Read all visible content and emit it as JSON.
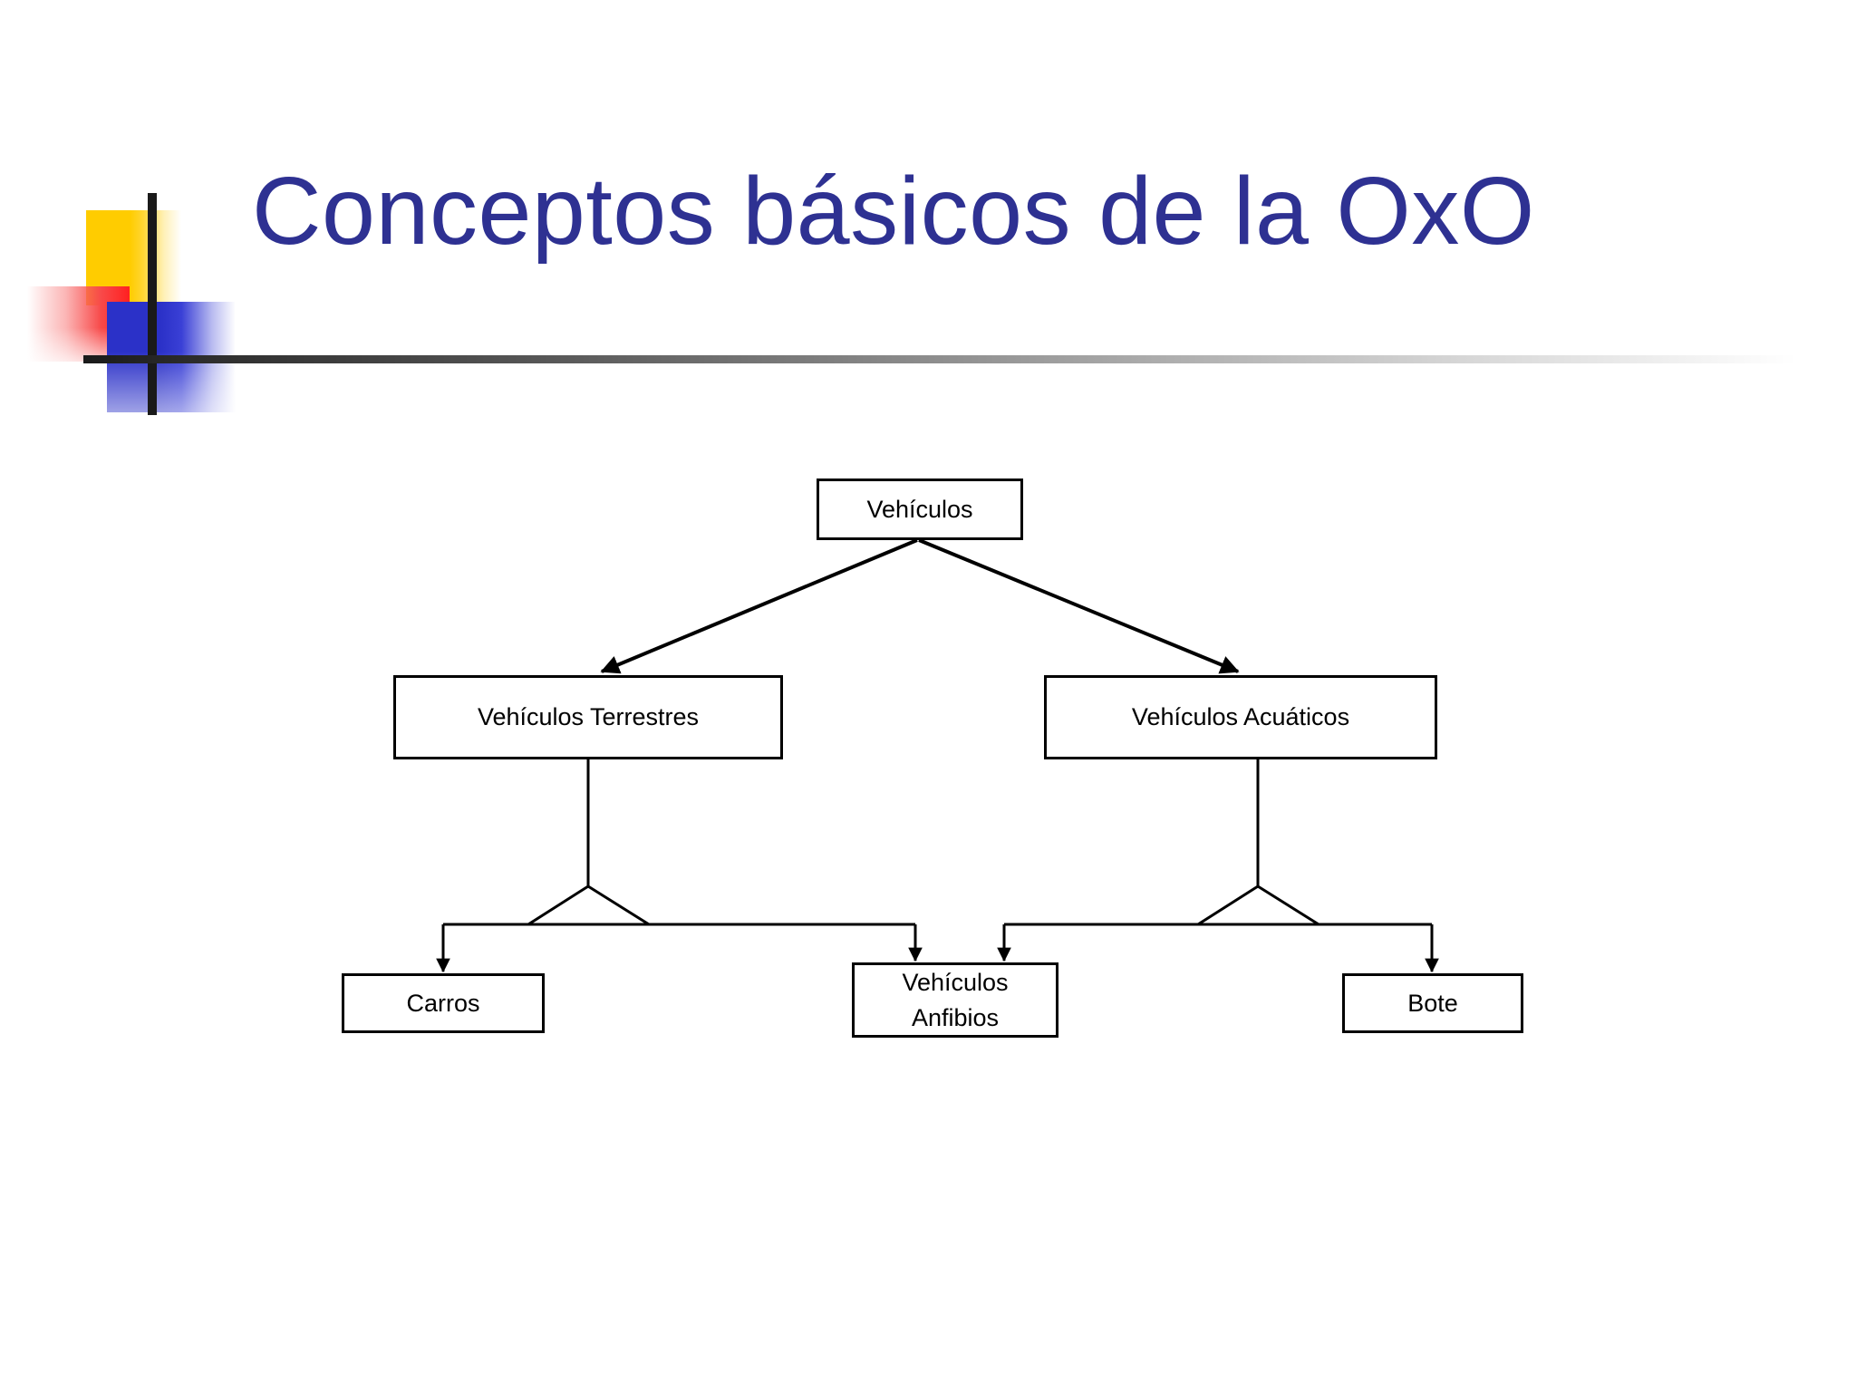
{
  "slide": {
    "title": "Conceptos básicos de la OxO",
    "title_color": "#2E3192",
    "background": "#ffffff"
  },
  "decor": {
    "yellow_square": "#FFCC00",
    "red_square": "#FF2020",
    "blue_square": "#2B31C8",
    "cross_bar": "#1a1a1a"
  },
  "diagram": {
    "type": "uml-generalization-tree",
    "line_color": "#000000",
    "node_fill": "#ffffff",
    "nodes": [
      {
        "id": "vehiculos",
        "label": "Vehículos",
        "level": 0
      },
      {
        "id": "terrestres",
        "label": "Vehículos Terrestres",
        "level": 1
      },
      {
        "id": "acuaticos",
        "label": "Vehículos Acuáticos",
        "level": 1
      },
      {
        "id": "carros",
        "label": "Carros",
        "level": 2
      },
      {
        "id": "anfibios",
        "label_line1": "Vehículos",
        "label_line2": "Anfibios",
        "level": 2
      },
      {
        "id": "bote",
        "label": "Bote",
        "level": 2
      }
    ],
    "edges": [
      {
        "from": "vehiculos",
        "to": "terrestres",
        "style": "diagonal-arrow"
      },
      {
        "from": "vehiculos",
        "to": "acuaticos",
        "style": "diagonal-arrow"
      },
      {
        "from": "terrestres",
        "to": "carros",
        "style": "fork-arrow"
      },
      {
        "from": "terrestres",
        "to": "anfibios",
        "style": "fork-arrow"
      },
      {
        "from": "acuaticos",
        "to": "anfibios",
        "style": "fork-arrow"
      },
      {
        "from": "acuaticos",
        "to": "bote",
        "style": "fork-arrow"
      }
    ]
  }
}
